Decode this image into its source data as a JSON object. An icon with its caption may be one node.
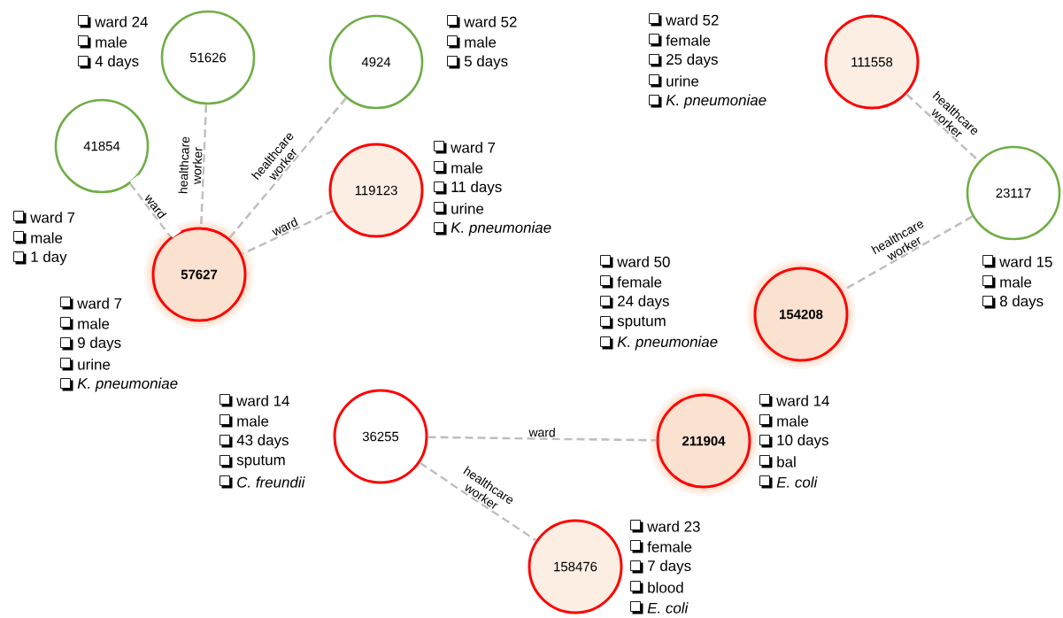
{
  "diagram": {
    "nodes": [
      {
        "text": [
          "41854"
        ],
        "beside": [
          "ward 7",
          "male",
          "1 day"
        ]
      },
      {
        "text": [
          "51626"
        ],
        "beside": [
          "ward 24",
          "male",
          "4 days"
        ]
      },
      {
        "text": [
          "4924"
        ],
        "beside": [
          "ward 52",
          "male",
          "5 days"
        ]
      },
      {
        "text": [
          "119123"
        ],
        "beside": [
          "ward 7",
          "male",
          "11 days",
          "urine",
          "*K. pneumoniae*"
        ]
      },
      {
        "text": [
          "57627"
        ],
        "beside": [
          "ward 7",
          "male",
          "9 days",
          "urine",
          "*K. pneumoniae*"
        ]
      },
      {
        "text": [
          "111558"
        ],
        "beside": [
          "ward 52",
          "female",
          "25 days",
          "urine",
          "*K. pneumoniae*"
        ]
      },
      {
        "text": [
          "23117"
        ],
        "beside": [
          "ward 15",
          "male",
          "8 days"
        ]
      },
      {
        "text": [
          "154208"
        ],
        "beside": [
          "ward 50",
          "female",
          "24 days",
          "sputum",
          "*K. pneumoniae*"
        ]
      },
      {
        "text": [
          "36255"
        ],
        "beside": [
          "ward 14",
          "male",
          "43 days",
          "sputum",
          "*C. freundii*"
        ]
      },
      {
        "text": [
          "211904"
        ],
        "beside": [
          "ward 14",
          "male",
          "10 days",
          "bal",
          "*E. coli*"
        ]
      },
      {
        "text": [
          "158476"
        ],
        "beside": [
          "ward 23",
          "female",
          "7 days",
          "blood",
          "*E. coli*"
        ]
      }
    ],
    "edges": [
      {
        "from": 0,
        "to": 4,
        "arrow": "none",
        "label": "ward"
      },
      {
        "from": 1,
        "to": 4,
        "arrow": "none",
        "label": "healthcare worker"
      },
      {
        "from": 2,
        "to": 4,
        "arrow": "none",
        "label": "healthcare worker"
      },
      {
        "from": 3,
        "to": 4,
        "arrow": "none",
        "label": "ward"
      },
      {
        "from": 5,
        "to": 6,
        "arrow": "none",
        "label": "healthcare worker"
      },
      {
        "from": 6,
        "to": 7,
        "arrow": "none",
        "label": "healthcare worker"
      },
      {
        "from": 8,
        "to": 9,
        "arrow": "none",
        "label": "ward"
      },
      {
        "from": 8,
        "to": 10,
        "arrow": "none",
        "label": "healthcare worker"
      }
    ]
  }
}
